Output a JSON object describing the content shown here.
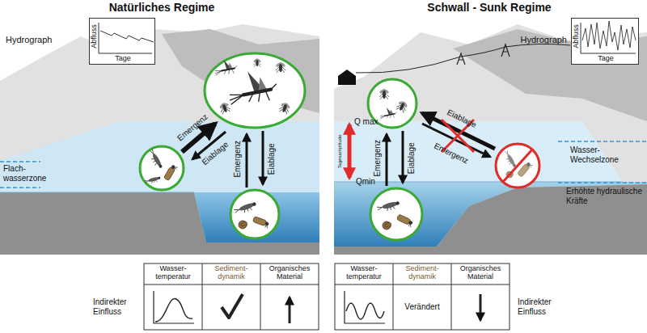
{
  "diagram": {
    "nodes": [
      {
        "text": [
          "Hydrograph",
          "Abfluss",
          "Tage"
        ]
      },
      {
        "text": [
          "Hydrograph",
          "Abfluss",
          "Tage"
        ]
      }
    ],
    "labels": [
      "Natürliches Regime",
      "Schwall - Sunk Regime",
      "Emergenz",
      "Eiablage",
      "Flach- wasserzone",
      "Emergenz",
      "Eiablage",
      "Q max",
      "Tagesamplitude",
      "Qmin",
      "Emergenz",
      "Eiablage",
      "Eiablage",
      "Emergenz",
      "Wasser- Wechselzone",
      "Erhöhte hydraulische Kräfte",
      "Wasser- temperatur",
      "Sediment- dynamik",
      "Organisches Material",
      "Indirekter Einfluss",
      "Wasser- temperatur",
      "Sediment- dynamik",
      "Organisches Material",
      "Verändert",
      "Indirekter Einfluss"
    ]
  }
}
